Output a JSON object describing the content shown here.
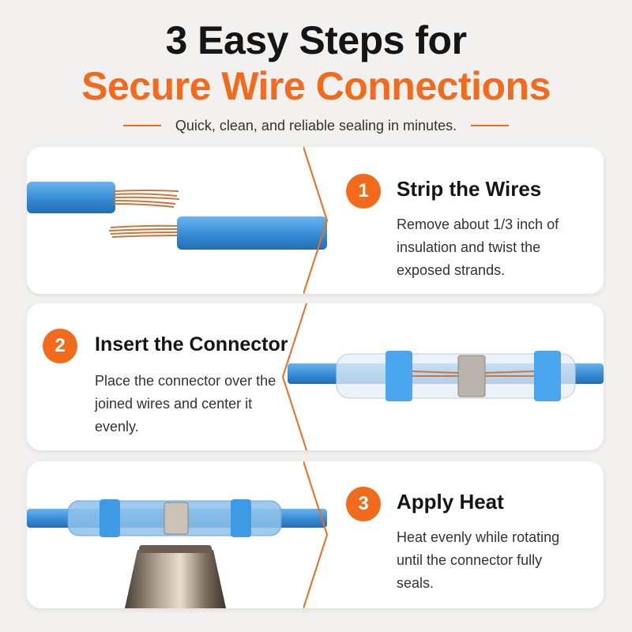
{
  "header": {
    "title_line1": "3 Easy Steps for",
    "title_line2": "Secure Wire Connections",
    "subtitle": "Quick, clean, and reliable sealing in minutes."
  },
  "steps": [
    {
      "number": "1",
      "title": "Strip the Wires",
      "description": "Remove about 1/3 inch of insulation and twist the exposed strands."
    },
    {
      "number": "2",
      "title": "Insert the Connector",
      "description": "Place the connector over the joined wires and center it evenly."
    },
    {
      "number": "3",
      "title": "Apply Heat",
      "description": "Heat evenly while rotating until the connector fully seals."
    }
  ],
  "colors": {
    "accent": "#f26a1b",
    "background": "#f2f1ef",
    "card": "#ffffff",
    "wire": "#3a8fd6",
    "copper": "#c8773f"
  }
}
